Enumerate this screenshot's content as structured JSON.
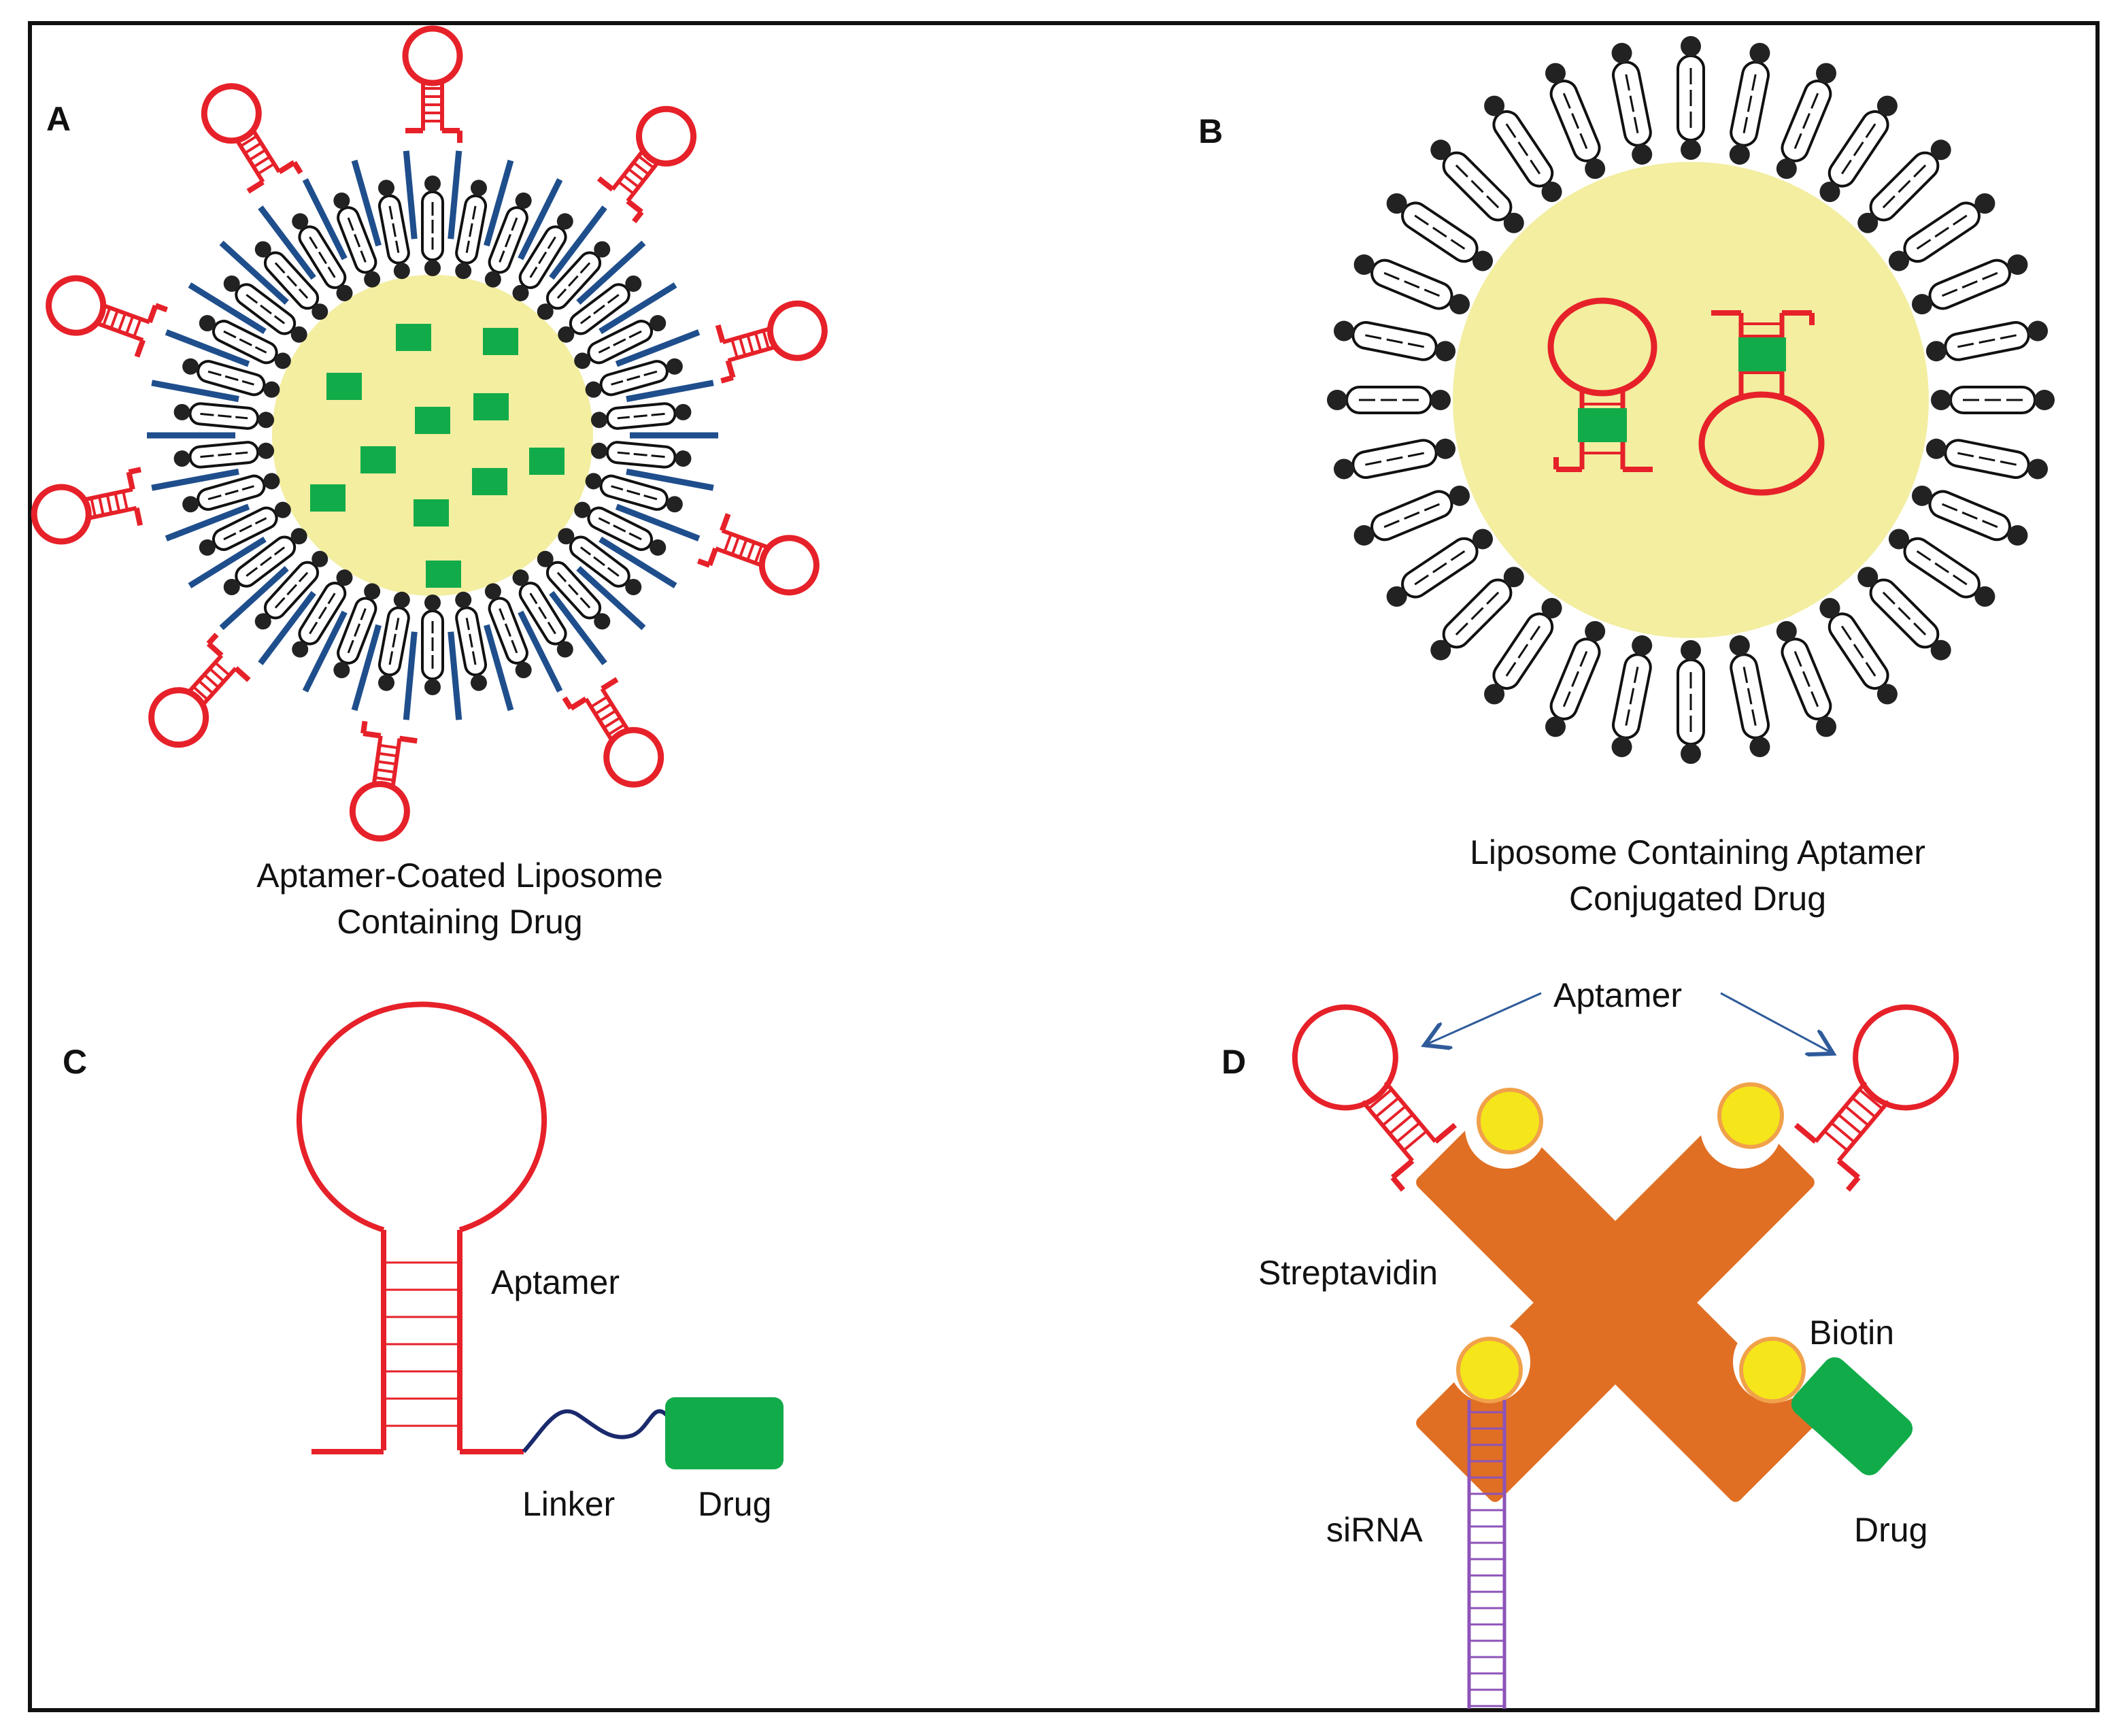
{
  "panels": {
    "a": {
      "letter": "A",
      "caption": [
        "Aptamer-Coated Liposome",
        "Containing Drug"
      ]
    },
    "b": {
      "letter": "B",
      "caption": [
        "Liposome Containing Aptamer",
        "Conjugated Drug"
      ]
    },
    "c": {
      "letter": "C",
      "labels": {
        "aptamer": "Aptamer",
        "linker": "Linker",
        "drug": "Drug"
      }
    },
    "d": {
      "letter": "D",
      "labels": {
        "aptamer": "Aptamer",
        "streptavidin": "Streptavidin",
        "biotin": "Biotin",
        "sirna": "siRNA",
        "drug": "Drug"
      }
    }
  },
  "colors": {
    "aptamer": "#e62129",
    "drug": "#12ab4a",
    "liposome_core": "#f3eea0",
    "lipid_head": "#222222",
    "peg_linker": "#1f4e8c",
    "streptavidin": "#e06f24",
    "biotin_fill": "#f5e51b",
    "biotin_edge": "#f1a14a",
    "sirna": "#8d53b8",
    "arrow": "#2f5b9a",
    "frame": "#111111"
  }
}
